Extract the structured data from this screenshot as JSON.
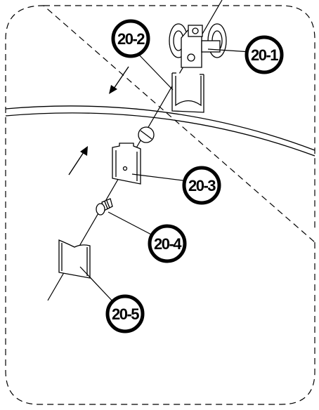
{
  "diagram": {
    "type": "exploded-assembly",
    "callouts": [
      {
        "id": "20-1",
        "label": "20-1"
      },
      {
        "id": "20-2",
        "label": "20-2"
      },
      {
        "id": "20-3",
        "label": "20-3"
      },
      {
        "id": "20-4",
        "label": "20-4"
      },
      {
        "id": "20-5",
        "label": "20-5"
      }
    ],
    "arrows": [
      {
        "direction": "down-left"
      },
      {
        "direction": "up-right"
      }
    ]
  },
  "colors": {
    "line": "#000000",
    "background": "#ffffff",
    "callout_ring": "#000000",
    "part_shade": "#d0d0d0"
  }
}
